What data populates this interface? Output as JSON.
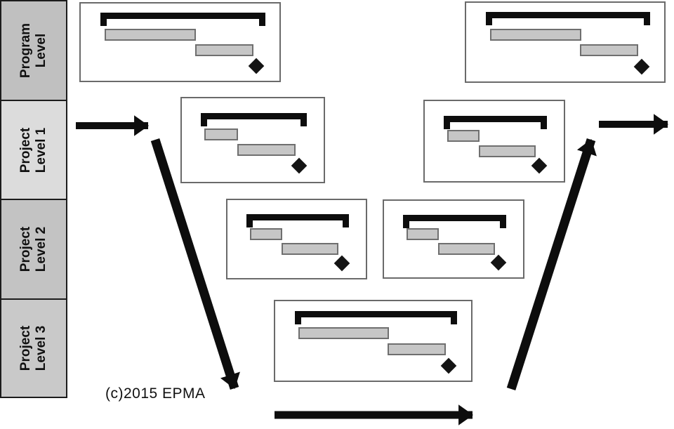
{
  "title": "Program and project level schedule roll-up flow diagram",
  "sidebar": {
    "rows": [
      {
        "id": "program-level",
        "lines": [
          "Program",
          "Level"
        ],
        "fill": "#c0c0c0"
      },
      {
        "id": "project-level-1",
        "lines": [
          "Project",
          "Level 1"
        ],
        "fill": "#dcdcdc"
      },
      {
        "id": "project-level-2",
        "lines": [
          "Project",
          "Level 2"
        ],
        "fill": "#c3c3c3"
      },
      {
        "id": "project-level-3",
        "lines": [
          "Project",
          "Level 3"
        ],
        "fill": "#c9c9c9"
      }
    ]
  },
  "diagram": {
    "gantt_boxes": [
      {
        "id": "program-left",
        "level": "Program Level",
        "elements": [
          "summary-bracket",
          "task-bar",
          "task-bar",
          "milestone-diamond"
        ]
      },
      {
        "id": "project1-left",
        "level": "Project Level 1",
        "elements": [
          "summary-bracket",
          "task-bar",
          "task-bar",
          "milestone-diamond"
        ]
      },
      {
        "id": "project2-left",
        "level": "Project Level 2",
        "elements": [
          "summary-bracket",
          "task-bar",
          "task-bar",
          "milestone-diamond"
        ]
      },
      {
        "id": "project3-center",
        "level": "Project Level 3",
        "elements": [
          "summary-bracket",
          "task-bar",
          "task-bar",
          "milestone-diamond"
        ]
      },
      {
        "id": "project2-right",
        "level": "Project Level 2",
        "elements": [
          "summary-bracket",
          "task-bar",
          "task-bar",
          "milestone-diamond"
        ]
      },
      {
        "id": "project1-right",
        "level": "Project Level 1",
        "elements": [
          "summary-bracket",
          "task-bar",
          "task-bar",
          "milestone-diamond"
        ]
      },
      {
        "id": "program-right",
        "level": "Program Level",
        "elements": [
          "summary-bracket",
          "task-bar",
          "task-bar",
          "milestone-diamond"
        ]
      }
    ],
    "arrows": [
      {
        "id": "flow-in",
        "direction": "right"
      },
      {
        "id": "down-to-level3",
        "direction": "down-right"
      },
      {
        "id": "bottom-flow",
        "direction": "right"
      },
      {
        "id": "up-to-level1",
        "direction": "up-right"
      },
      {
        "id": "flow-out",
        "direction": "right"
      }
    ]
  },
  "footer": {
    "copyright": "(c)2015 EPMA"
  },
  "colors": {
    "arrow": "#0d0d0d",
    "bracket": "#0d0d0d",
    "milestone": "#141414",
    "task_bar_fill": "#c6c6c6",
    "task_bar_border": "#6f6f6f",
    "box_border": "#6a6a6a",
    "box_fill": "#ffffff",
    "sidebar_border": "#1c1c1c",
    "text": "#111111",
    "background": "#ffffff"
  }
}
